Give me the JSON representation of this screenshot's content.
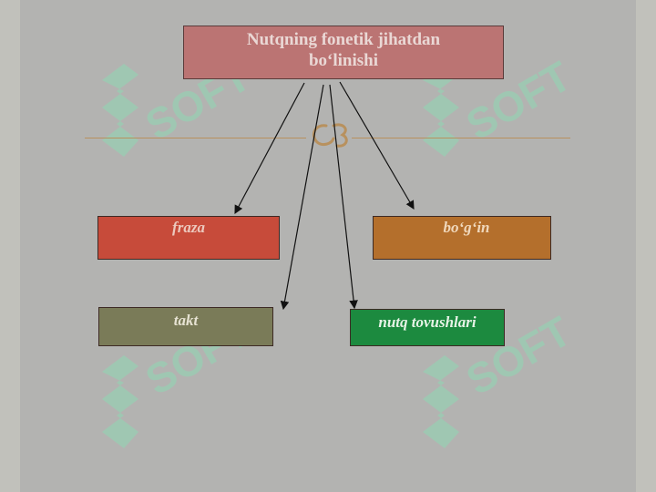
{
  "title": {
    "line1": "Nutqning fonetik jihatdan",
    "line2": "bo‘linishi"
  },
  "nodes": {
    "fraza": "fraza",
    "bogin": "bo‘g‘in",
    "takt": "takt",
    "nutq_tovushlari": "nutq tovushlari"
  },
  "watermark_text": "SOFT",
  "ornament_glyph": "ornament-icon",
  "colors": {
    "title_fill": "#bb7473",
    "fraza_fill": "#c74b3a",
    "bogin_fill": "#b46f2c",
    "takt_fill": "#7a7b58",
    "nutq_fill": "#1c8a3f",
    "divider": "#b8915e",
    "watermark": "#8fd9b4"
  }
}
